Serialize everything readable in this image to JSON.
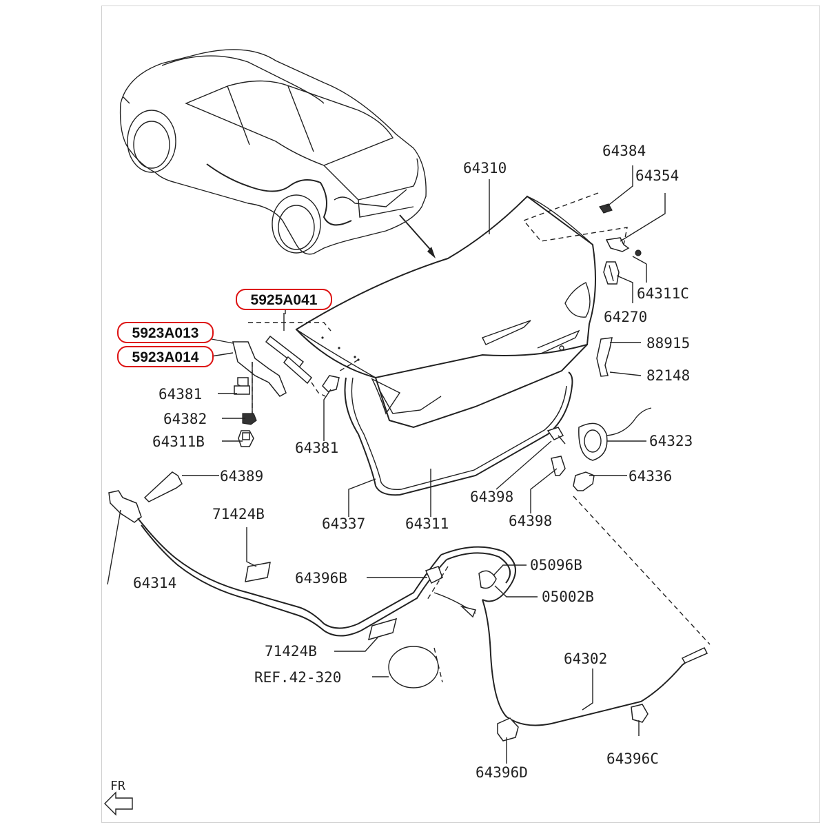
{
  "highlighted_parts": {
    "part_5925A041": "5925A041",
    "part_5923A013": "5923A013",
    "part_5923A014": "5923A014"
  },
  "part_labels": {
    "p64384": "64384",
    "p64310": "64310",
    "p64354": "64354",
    "p64311C": "64311C",
    "p64270": "64270",
    "p88915": "88915",
    "p82148": "82148",
    "p64381_left": "64381",
    "p64381_center": "64381",
    "p64382": "64382",
    "p64311B": "64311B",
    "p64323": "64323",
    "p64336": "64336",
    "p64389": "64389",
    "p64398_a": "64398",
    "p64398_b": "64398",
    "p64337": "64337",
    "p64311": "64311",
    "p71424B_top": "71424B",
    "p64314": "64314",
    "p64396B": "64396B",
    "p05096B": "05096B",
    "p05002B": "05002B",
    "p71424B_bottom": "71424B",
    "p64302": "64302",
    "ref": "REF.42-320",
    "p64396C": "64396C",
    "p64396D": "64396D"
  },
  "orientation": {
    "front_label": "FR"
  },
  "colors": {
    "highlight": "#d11111",
    "line": "#222222",
    "background": "#ffffff"
  }
}
